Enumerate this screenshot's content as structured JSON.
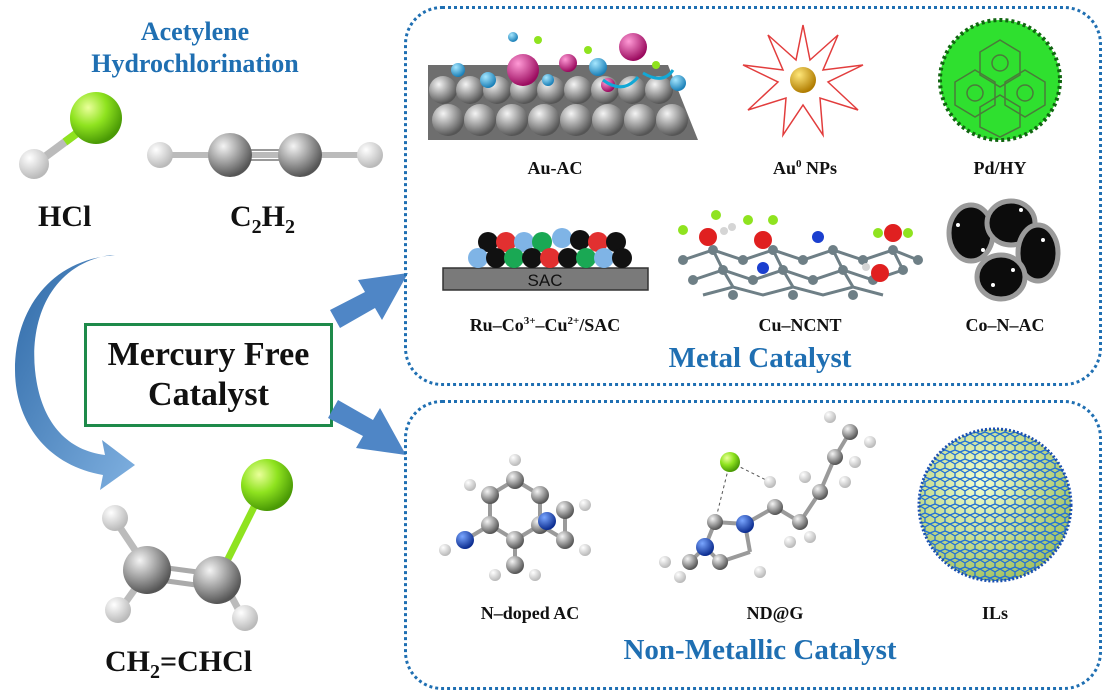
{
  "reaction": {
    "title_line1": "Acetylene",
    "title_line2": "Hydrochlorination",
    "reactant1": "HCl",
    "reactant2_main": "C",
    "reactant2_sub1": "2",
    "reactant2_h": "H",
    "reactant2_sub2": "2",
    "product_ch": "CH",
    "product_sub": "2",
    "product_rest": "=CHCl"
  },
  "center": {
    "label": "Mercury Free\nCatalyst"
  },
  "metal_panel": {
    "title": "Metal Catalyst",
    "items": [
      {
        "label": "Au-AC"
      },
      {
        "label_main": "Au",
        "label_sup": "0",
        "label_rest": " NPs"
      },
      {
        "label": "Pd/HY"
      },
      {
        "label_a": "Ru–Co",
        "sup_a": "3+",
        "label_b": "–Cu",
        "sup_b": "2+",
        "label_c": "/SAC"
      },
      {
        "label": "Cu–NCNT"
      },
      {
        "label": "Co–N–AC"
      }
    ],
    "sac_text": "SAC"
  },
  "nonmetal_panel": {
    "title": "Non-Metallic Catalyst",
    "items": [
      {
        "label": "N–doped AC"
      },
      {
        "label": "ND@G"
      },
      {
        "label": "ILs"
      }
    ]
  },
  "colors": {
    "accent_blue": "#1f6fb2",
    "green_border": "#1e8a4a",
    "arrow_blue": "#4f86c6",
    "chlorine_green": "#8fe31f"
  }
}
